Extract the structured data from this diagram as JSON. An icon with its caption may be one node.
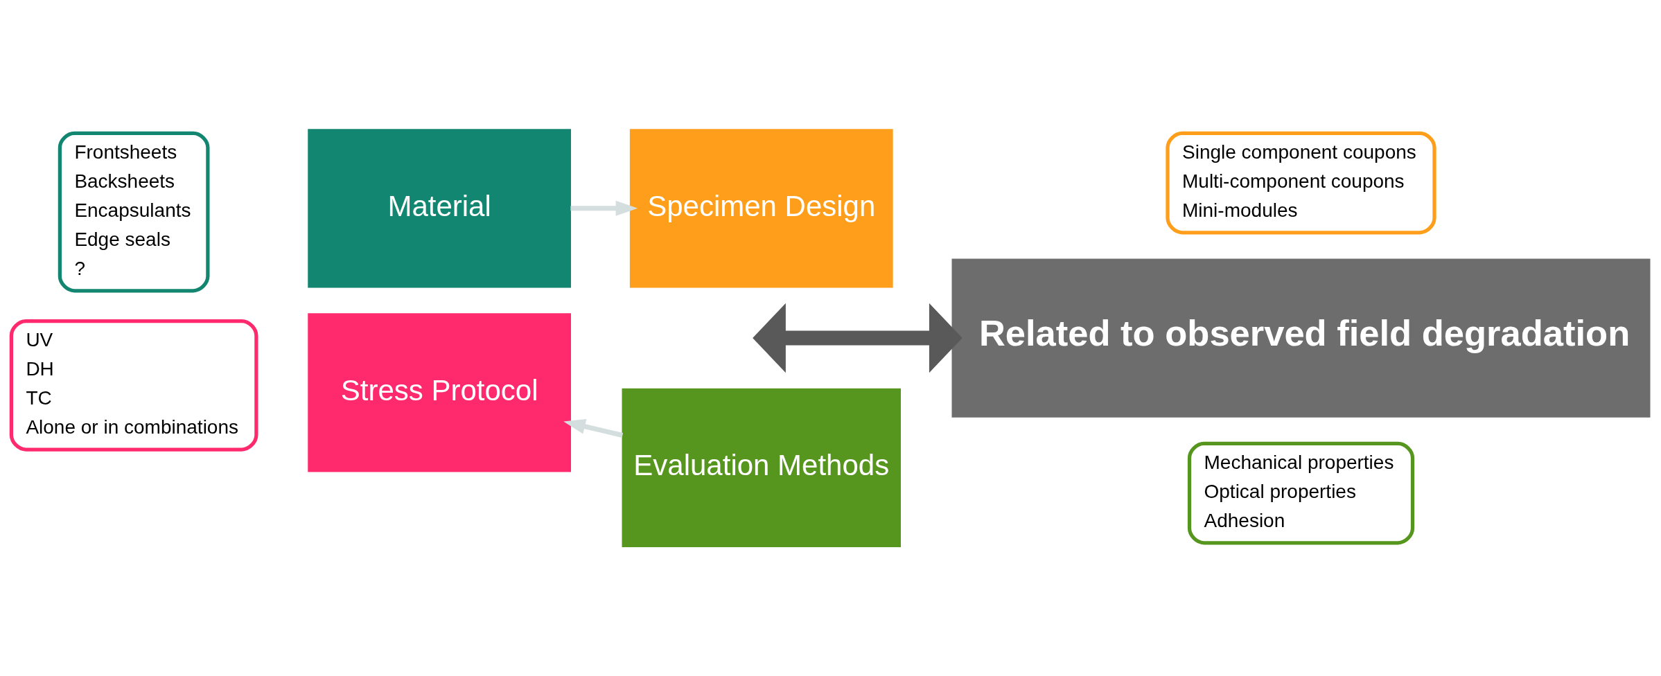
{
  "diagram": {
    "nodes": [
      {
        "text": [
          "Material"
        ]
      },
      {
        "text": [
          "Specimen Design"
        ]
      },
      {
        "text": [
          "Stress Protocol"
        ]
      },
      {
        "text": [
          "Evaluation Methods"
        ]
      },
      {
        "text": [
          "Frontsheets",
          "Backsheets",
          "Encapsulants",
          "Edge seals",
          "?"
        ]
      },
      {
        "text": [
          "Single component coupons",
          "Multi-component coupons",
          "Mini-modules"
        ]
      },
      {
        "text": [
          "UV",
          "DH",
          "TC",
          "Alone or in combinations"
        ]
      },
      {
        "text": [
          "Mechanical properties",
          "Optical properties",
          "Adhesion"
        ]
      },
      {
        "text": [
          "Related to observed field degradation"
        ]
      }
    ],
    "edges": [
      {
        "from": 0,
        "to": 1,
        "arrow": "to",
        "color": "#d5dede"
      },
      {
        "from": 3,
        "to": 2,
        "arrow": "to",
        "color": "#d5dede"
      },
      {
        "from": null,
        "to": 8,
        "arrow": "both",
        "style": "thick",
        "color": "#595959"
      }
    ]
  }
}
